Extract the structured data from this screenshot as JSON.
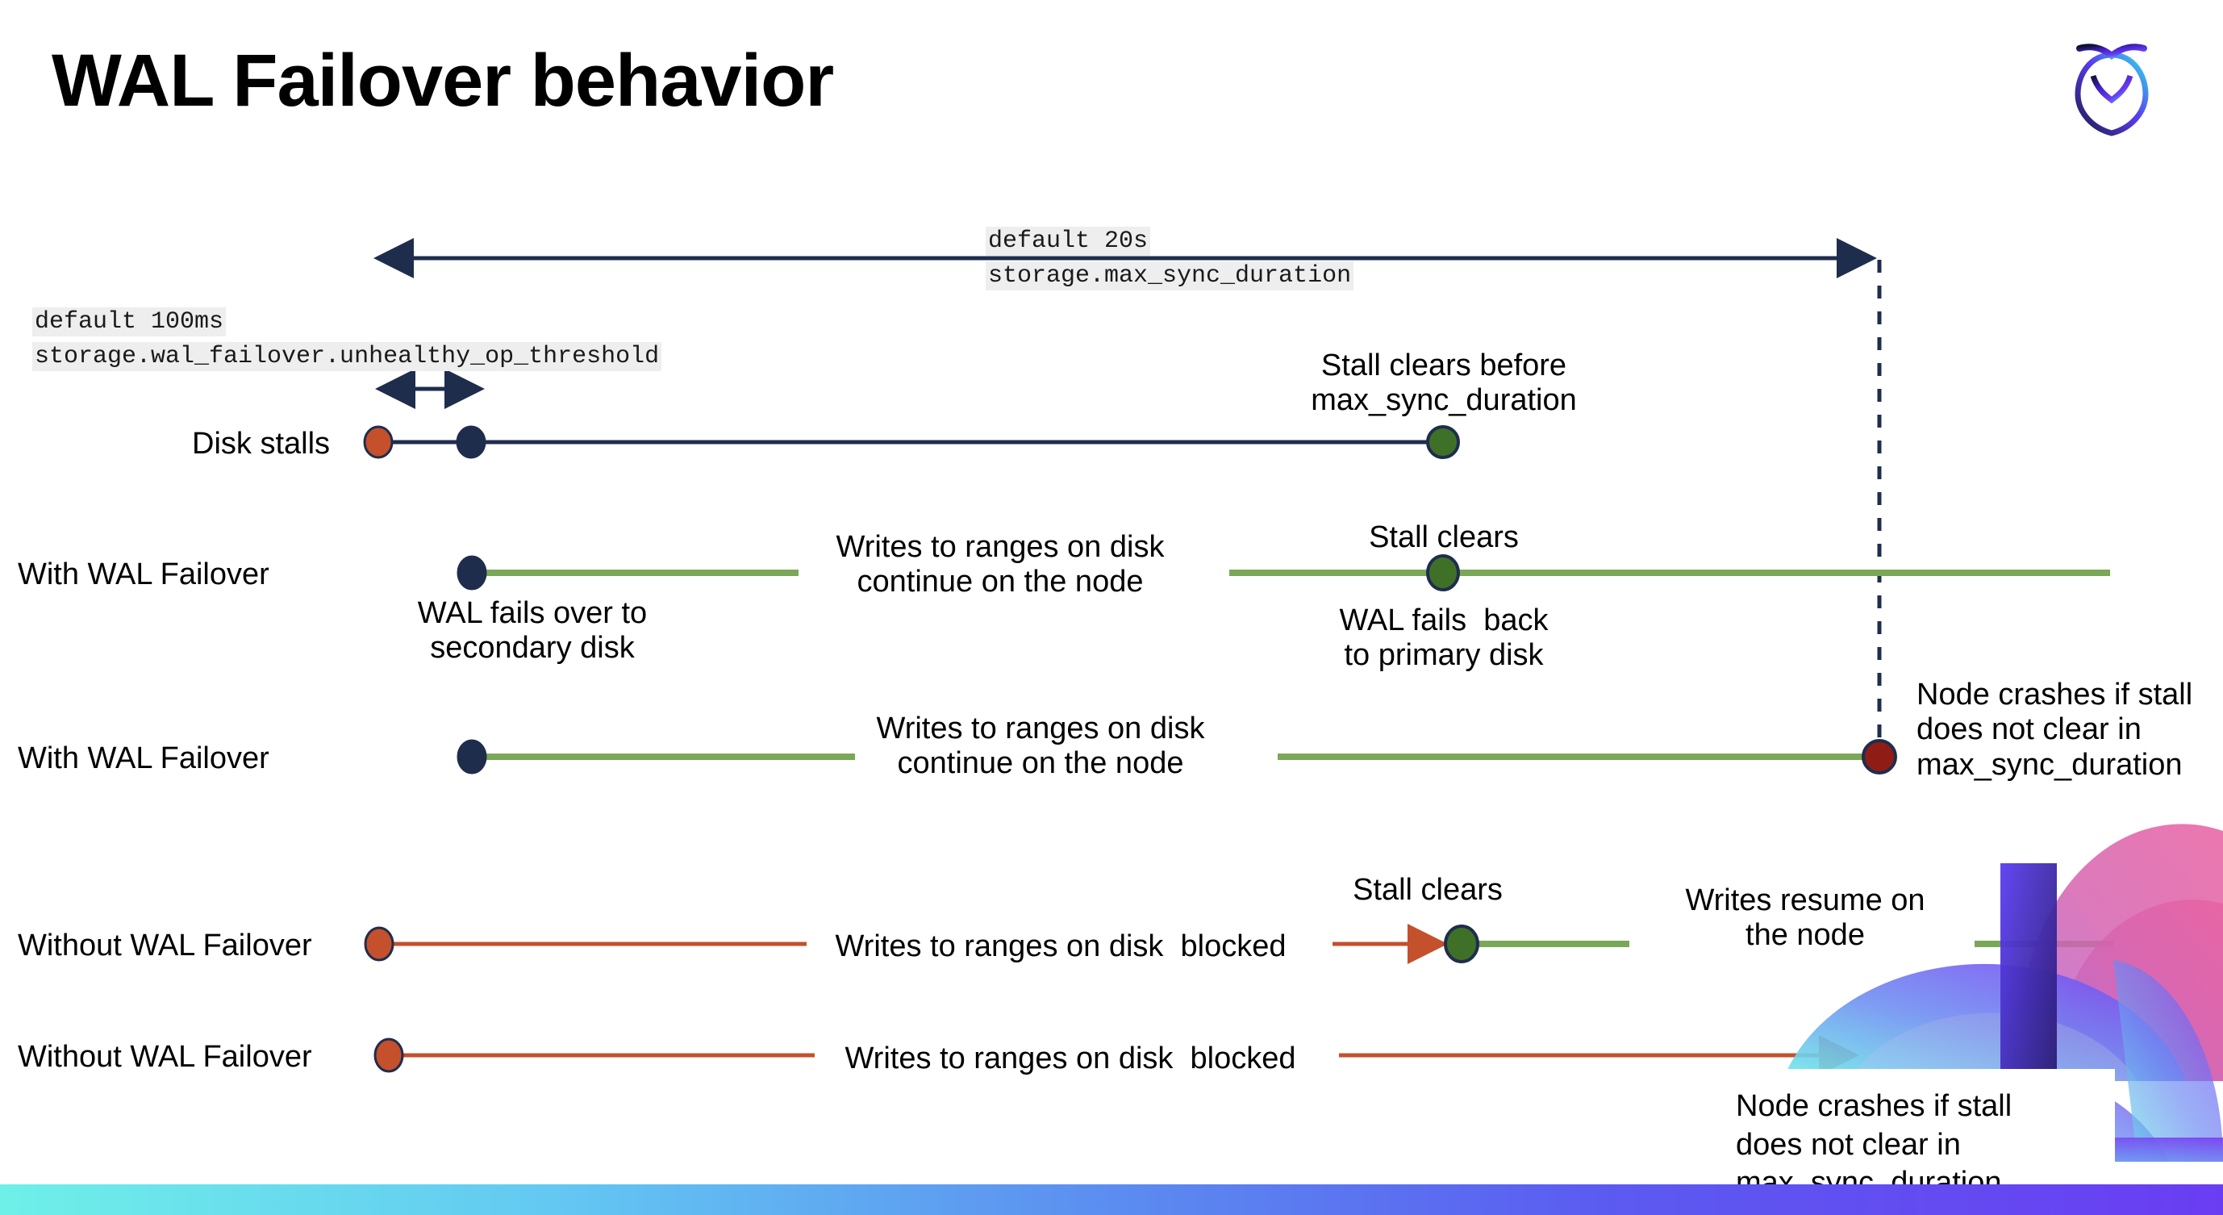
{
  "slide": {
    "title": "WAL Failover behavior",
    "logo_name": "cockroachdb-logo"
  },
  "annotations": {
    "max_sync_default": "default 20s",
    "max_sync_setting": "storage.max_sync_duration",
    "unhealthy_default": "default 100ms",
    "unhealthy_setting": "storage.wal_failover.unhealthy_op_threshold"
  },
  "rows": [
    {
      "label": "Disk stalls"
    },
    {
      "label": "With WAL Failover"
    },
    {
      "label": "With WAL Failover"
    },
    {
      "label": "Without WAL Failover"
    },
    {
      "label": "Without WAL Failover"
    }
  ],
  "notes": {
    "stall_clears_before": "Stall clears before\nmax_sync_duration",
    "stall_clears_1": "Stall clears",
    "wal_fails_over": "WAL fails over to\nsecondary disk",
    "wal_fails_back": "WAL fails  back\nto primary disk",
    "writes_continue_1": "Writes to ranges on disk\ncontinue on the node",
    "writes_continue_2": "Writes to ranges on disk\ncontinue on the node",
    "node_crashes_1": "Node crashes if stall\ndoes not clear in\nmax_sync_duration",
    "stall_clears_2": "Stall clears",
    "writes_blocked_1": "Writes to ranges on disk  blocked",
    "writes_resume": "Writes resume on\nthe node",
    "writes_blocked_2": "Writes to ranges on disk  blocked",
    "node_crashes_2": "Node crashes if stall\ndoes not clear in\nmax_sync_duration"
  },
  "colors": {
    "navy": "#1f2d4d",
    "green_line": "#7aa758",
    "green_dot": "#3f7028",
    "orange": "#c4502c",
    "dark_red": "#8f1d16",
    "code_bg": "#eeeeee",
    "bar_start": "#6ef0e8",
    "bar_end": "#6a3df2"
  }
}
